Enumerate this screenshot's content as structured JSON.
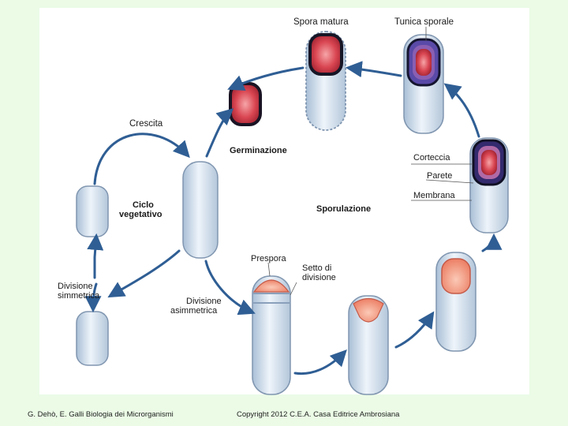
{
  "labels": {
    "spora_matura": "Spora matura",
    "tunica_sporale": "Tunica sporale",
    "crescita": "Crescita",
    "germinazione": "Germinazione",
    "corteccia": "Corteccia",
    "parete": "Parete",
    "membrana": "Membrana",
    "ciclo_l1": "Ciclo",
    "ciclo_l2": "vegetativo",
    "sporulazione": "Sporulazione",
    "prespora": "Prespora",
    "setto_l1": "Setto di",
    "setto_l2": "divisione",
    "div_simm_l1": "Divisione",
    "div_simm_l2": "simmetrica",
    "div_asimm_l1": "Divisione",
    "div_asimm_l2": "asimmetrica"
  },
  "footer": {
    "left": "G. Dehò, E. Galli  Biologia dei Microrganismi",
    "right": "Copyright 2012 C.E.A. Casa Editrice Ambrosiana"
  },
  "colors": {
    "background": "#ebfbe6",
    "arrow": "#2f5e94",
    "spore_core": "#e8545a",
    "spore_coat": "#1e1a3a"
  }
}
